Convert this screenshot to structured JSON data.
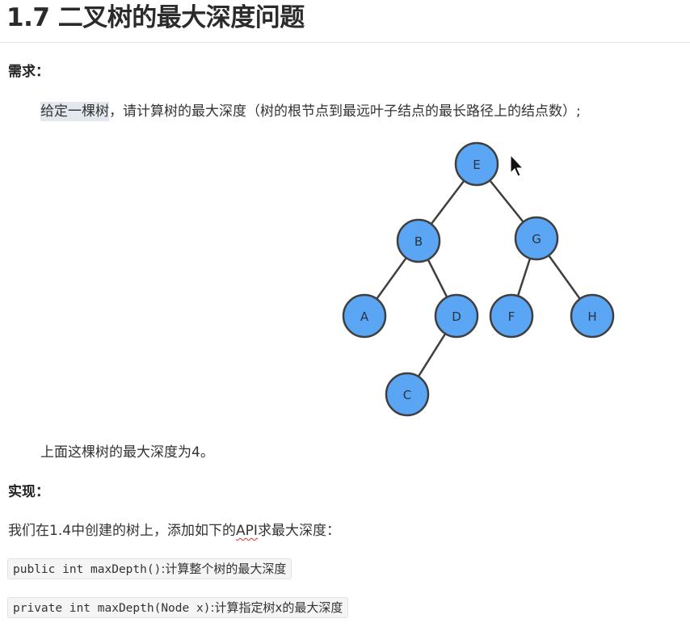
{
  "heading": "1.7 二叉树的最大深度问题",
  "requirement": {
    "label": "需求：",
    "text_highlight": "给定一棵树",
    "text_rest": "，请计算树的最大深度（树的根节点到最远叶子结点的最长路径上的结点数）;"
  },
  "tree": {
    "nodes": [
      "E",
      "B",
      "G",
      "A",
      "D",
      "F",
      "H",
      "C"
    ]
  },
  "conclusion": "上面这棵树的最大深度为4。",
  "implementation": {
    "label": "实现：",
    "intro_pre": "我们在1.4中创建的树上，添加如下的",
    "intro_api": "API",
    "intro_post": "求最大深度："
  },
  "code": [
    {
      "signature": "public int maxDepth()",
      "desc": ":计算整个树的最大深度"
    },
    {
      "signature": "private int maxDepth(Node x)",
      "desc": ":计算指定树x的最大深度"
    }
  ],
  "colors": {
    "node_fill": "#5aa6f5",
    "highlight": "#e3e8ee"
  },
  "icons": [
    "mouse-cursor-icon"
  ]
}
